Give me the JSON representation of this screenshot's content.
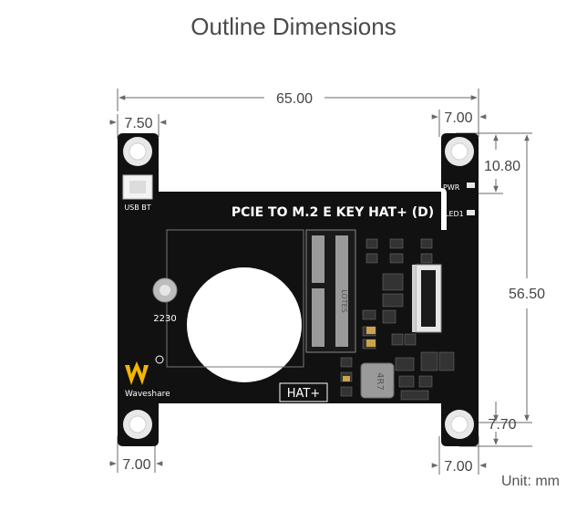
{
  "title": "Outline Dimensions",
  "unit_label": "Unit: mm",
  "dimensions": {
    "overall_width": "65.00",
    "left_hole_offset": "7.50",
    "right_top_offset": "7.00",
    "top_hole_to_edge": "10.80",
    "hole_spacing_vertical": "56.50",
    "bottom_hole_to_edge": "7.70",
    "left_bottom_offset": "7.00",
    "right_bottom_offset": "7.00"
  },
  "board": {
    "name": "PCIE TO M.2 E KEY HAT+ (D)",
    "usb_bt_label": "USB BT",
    "pwr_label": "PWR",
    "led_label": "LED1",
    "standoff_label": "2230",
    "brand": "Waveshare",
    "hat_badge": "HAT+",
    "inductor_marking": "4R7",
    "connector_marking": "LOTES",
    "board_color": "#111111"
  }
}
